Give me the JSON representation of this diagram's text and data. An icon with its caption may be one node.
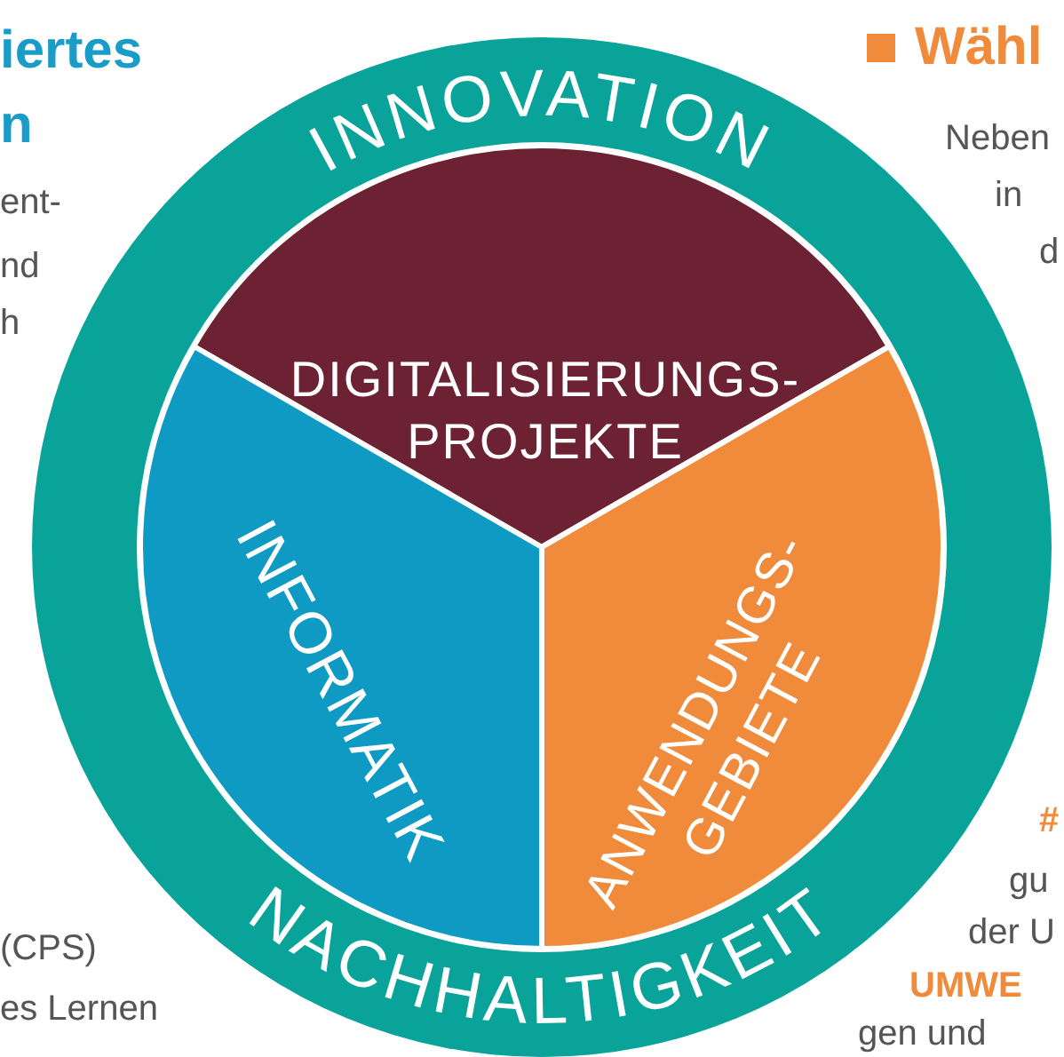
{
  "diagram": {
    "nodes": [
      {
        "text": [
          "INNOVATION",
          "NACHHALTIGKEIT"
        ]
      },
      {
        "text": [
          "DIGITALISIERUNGS- PROJEKTE"
        ],
        "in": 0
      },
      {
        "text": [
          "INFORMATIK"
        ],
        "in": 0
      },
      {
        "text": [
          "ANWENDUNGS- GEBIETE"
        ],
        "in": 0
      }
    ],
    "edges": [],
    "labels": [
      "iertes",
      "n",
      "ent-",
      "nd",
      "h",
      "(CPS)",
      "es Lernen",
      "Wähl",
      "Neben",
      "in",
      "d",
      "#",
      "gu",
      "der U",
      "UMWE",
      "gen und"
    ]
  }
}
